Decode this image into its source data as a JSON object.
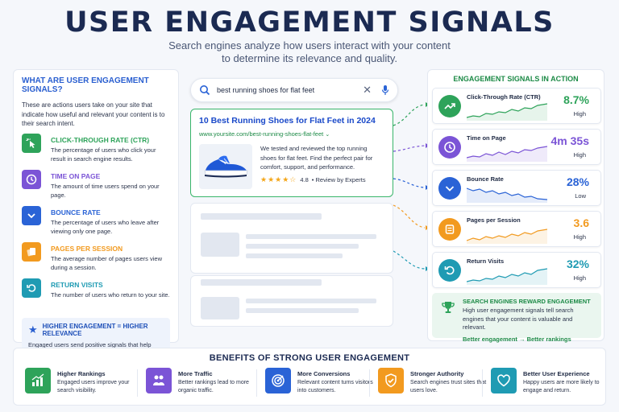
{
  "header": {
    "title": "USER ENGAGEMENT SIGNALS",
    "subtitle_line1": "Search engines analyze how users interact with your content",
    "subtitle_line2": "to determine its relevance and quality."
  },
  "left_panel": {
    "title": "WHAT ARE USER ENGAGEMENT SIGNALS?",
    "intro": "These are actions users take on your site that indicate how useful and relevant your content is to their search intent.",
    "signals": [
      {
        "name": "CLICK-THROUGH RATE (CTR)",
        "desc": "The percentage of users who click your result in search engine results.",
        "color": "#2ea35a",
        "icon": "cursor-click-icon"
      },
      {
        "name": "TIME ON PAGE",
        "desc": "The amount of time users spend on your page.",
        "color": "#7b54d6",
        "icon": "clock-icon"
      },
      {
        "name": "BOUNCE RATE",
        "desc": "The percentage of users who leave after viewing only one page.",
        "color": "#2a63d6",
        "icon": "chevron-down-icon"
      },
      {
        "name": "PAGES PER SESSION",
        "desc": "The average number of pages users view during a session.",
        "color": "#f29a1f",
        "icon": "pages-icon"
      },
      {
        "name": "RETURN VISITS",
        "desc": "The number of users who return to your site.",
        "color": "#1f9bb3",
        "icon": "return-icon"
      }
    ],
    "relevance_title": "HIGHER ENGAGEMENT = HIGHER RELEVANCE",
    "relevance_desc": "Engaged users send positive signals that help improve your rankings."
  },
  "search": {
    "query": "best running shoes for flat feet",
    "icon": "search-icon"
  },
  "result": {
    "title": "10 Best Running Shoes for Flat Feet in 2024",
    "url": "www.yoursite.com/best-running-shoes-flat-feet",
    "description": "We tested and reviewed the top running shoes for flat feet. Find the perfect pair for comfort, support, and performance.",
    "stars": "★★★★☆",
    "rating": "4.8",
    "rating_text": "• Review by Experts"
  },
  "right_panel": {
    "title": "ENGAGEMENT SIGNALS IN ACTION",
    "metrics": [
      {
        "name": "Click-Through Rate (CTR)",
        "value": "8.7%",
        "level": "High",
        "color": "#2ea35a",
        "icon": "trend-up-icon",
        "trend": "up"
      },
      {
        "name": "Time on Page",
        "value": "4m 35s",
        "level": "High",
        "color": "#7b54d6",
        "icon": "clock-icon",
        "trend": "up"
      },
      {
        "name": "Bounce Rate",
        "value": "28%",
        "level": "Low",
        "color": "#2a63d6",
        "icon": "chevron-down-icon",
        "trend": "down"
      },
      {
        "name": "Pages per Session",
        "value": "3.6",
        "level": "High",
        "color": "#f29a1f",
        "icon": "pages-icon",
        "trend": "up"
      },
      {
        "name": "Return Visits",
        "value": "32%",
        "level": "High",
        "color": "#1f9bb3",
        "icon": "return-icon",
        "trend": "up"
      }
    ],
    "reward_title": "SEARCH ENGINES REWARD ENGAGEMENT",
    "reward_desc": "High user engagement signals tell search engines that your content is valuable and relevant.",
    "reward_bottom": "Better engagement → Better rankings"
  },
  "benefits": {
    "title": "BENEFITS OF STRONG USER ENGAGEMENT",
    "items": [
      {
        "title": "Higher Rankings",
        "desc": "Engaged users improve your search visibility.",
        "color": "#2ea35a",
        "icon": "bar-chart-icon"
      },
      {
        "title": "More Traffic",
        "desc": "Better rankings lead to more organic traffic.",
        "color": "#7b54d6",
        "icon": "users-icon"
      },
      {
        "title": "More Conversions",
        "desc": "Relevant content turns visitors into customers.",
        "color": "#2a63d6",
        "icon": "target-icon"
      },
      {
        "title": "Stronger Authority",
        "desc": "Search engines trust sites that users love.",
        "color": "#f29a1f",
        "icon": "shield-check-icon"
      },
      {
        "title": "Better User Experience",
        "desc": "Happy users are more likely to engage and return.",
        "color": "#1f9bb3",
        "icon": "heart-icon"
      }
    ]
  }
}
